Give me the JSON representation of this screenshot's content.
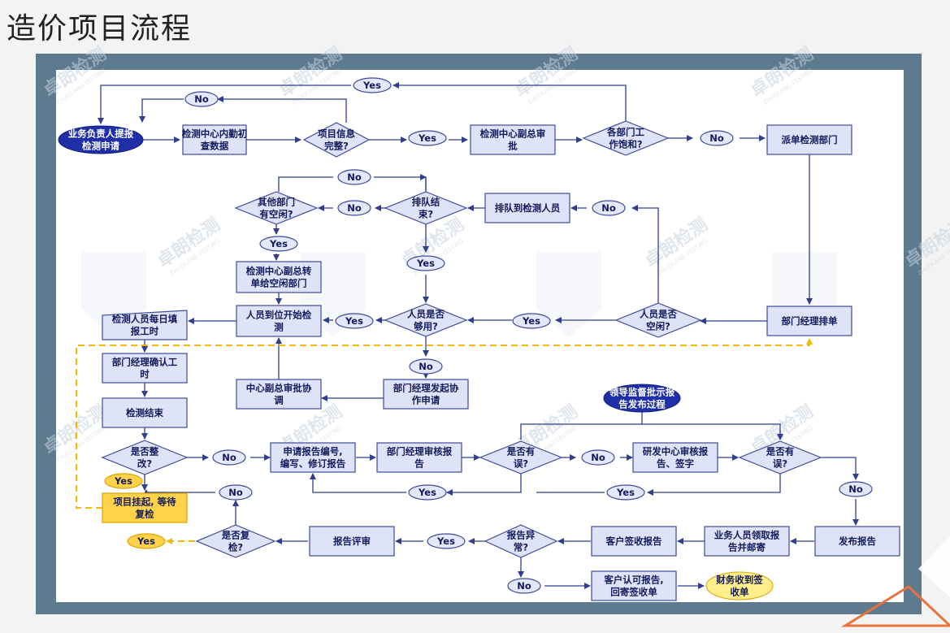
{
  "title": "造价项目流程",
  "colors": {
    "box_fill": "#dfe3f8",
    "box_stroke": "#3c4a9c",
    "oval_fill": "#1f2fa8",
    "yellow_fill": "#ffd24a",
    "yellow_stroke": "#d9a400",
    "label_fill": "#e4e8fb",
    "line": "#2f3e8f",
    "dash": "#f5b800"
  },
  "nodes": {
    "n_start": [
      "业务负责人提报",
      "检测申请"
    ],
    "n_check": [
      "检测中心内勤初",
      "查数据"
    ],
    "n_complete": [
      "项目信息",
      "完整?"
    ],
    "n_vp_review": [
      "检测中心副总审",
      "批"
    ],
    "n_saturated": [
      "各部门工",
      "作饱和?"
    ],
    "n_dispatch": [
      "派单检测部门"
    ],
    "n_other_idle": [
      "其他部门",
      "有空闲?"
    ],
    "n_queue_end": [
      "排队结",
      "束?"
    ],
    "n_queue": [
      "排队到检测人员"
    ],
    "n_transfer": [
      "检测中心副总转",
      "单给空闲部门"
    ],
    "n_arrive": [
      "人员到位开始检",
      "测"
    ],
    "n_enough": [
      "人员是否",
      "够用?"
    ],
    "n_idle": [
      "人员是否",
      "空闲?"
    ],
    "n_schedule": [
      "部门经理排单"
    ],
    "n_daily": [
      "检测人员每日填",
      "报工时"
    ],
    "n_confirm": [
      "部门经理确认工",
      "时"
    ],
    "n_vp_coord": [
      "中心副总审批协",
      "调"
    ],
    "n_coord_req": [
      "部门经理发起协",
      "作申请"
    ],
    "n_leader": [
      "领导监督批示报",
      "告发布过程"
    ],
    "n_done": [
      "检测结束"
    ],
    "n_rectify": [
      "是否整",
      "改?"
    ],
    "n_apply_no": [
      "申请报告编号,",
      "编写、修订报告"
    ],
    "n_mgr_review": [
      "部门经理审核报",
      "告"
    ],
    "n_err1": [
      "是否有",
      "误?"
    ],
    "n_rd_review": [
      "研发中心审核报",
      "告、签字"
    ],
    "n_err2": [
      "是否有",
      "误?"
    ],
    "n_suspend": [
      "项目挂起, 等待",
      "复检"
    ],
    "n_recheck": [
      "是否复",
      "检?"
    ],
    "n_eval": [
      "报告评审"
    ],
    "n_abnormal": [
      "报告异",
      "常?"
    ],
    "n_sign": [
      "客户签收报告"
    ],
    "n_mail": [
      "业务人员领取报",
      "告并邮寄"
    ],
    "n_publish": [
      "发布报告"
    ],
    "n_accept": [
      "客户认可报告,",
      "回寄签收单"
    ],
    "n_finance": [
      "财务收到签",
      "收单"
    ]
  },
  "labels": {
    "yes": "Yes",
    "no": "No"
  },
  "watermark": {
    "text": "卓朗检测",
    "subtext": "ZHUOLANG TESTING"
  }
}
